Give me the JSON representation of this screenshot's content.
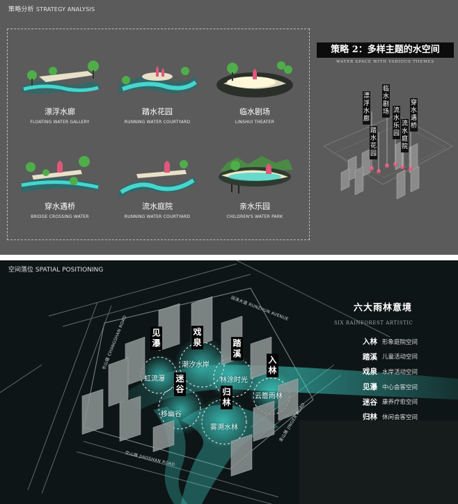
{
  "top_section": {
    "title_cn": "策略分析",
    "title_en": "STRATEGY ANALYSIS",
    "cards": [
      {
        "cn": "漂浮水廊",
        "en": "FLOATING WATER GALLERY"
      },
      {
        "cn": "踏水花园",
        "en": "RUNNING WATER COURTYARD"
      },
      {
        "cn": "临水剧场",
        "en": "LINSHUI THEATER"
      },
      {
        "cn": "穿水遇桥",
        "en": "BRIDGE CROSSING WATER"
      },
      {
        "cn": "流水庭院",
        "en": "RUNNING WATER COURTYARD"
      },
      {
        "cn": "亲水乐园",
        "en": "CHILDREN'S WATER PARK"
      }
    ],
    "strategy_title": "策略 2：多样主题的水空间",
    "strategy_subtitle": "WATER SPACE WITH VARIOUS THEMES",
    "vertical_labels": [
      "漂浮水廊",
      "踏水花园",
      "临水剧场",
      "流水乐园",
      "流水庭院",
      "穿水遇桥"
    ]
  },
  "bottom_section": {
    "title_cn": "空间落位",
    "title_en": "SPATIAL POSITIONING",
    "heading": "六大雨林意境",
    "subheading": "SIX RAINFOREST ARTISTIC",
    "legend": [
      {
        "key": "入林",
        "desc": "形象庭院空间"
      },
      {
        "key": "踏溪",
        "desc": "儿童活动空间"
      },
      {
        "key": "戏泉",
        "desc": "水岸活动空间"
      },
      {
        "key": "见瀑",
        "desc": "中心会客空间"
      },
      {
        "key": "迷谷",
        "desc": "康养疗愈空间"
      },
      {
        "key": "归林",
        "desc": "休闲会客空间"
      }
    ],
    "map_tags": [
      "见瀑",
      "戏泉",
      "踏溪",
      "入林",
      "迷谷",
      "归林"
    ],
    "place_texts": [
      "潮汐水岸",
      "虹流瀑",
      "林涂时光",
      "云簷雨林",
      "移幽谷",
      "雾溯水林"
    ],
    "roads": [
      "润泽大道 RUNZHUN AVENUE",
      "长山路 CHANGSHAN ROAD",
      "金山路 JINGER ROAD",
      "交山路 JIAOSHAN ROAD"
    ]
  },
  "colors": {
    "water": "#3fd3c9",
    "accent": "#e0577a",
    "tree": "#4fae4a",
    "panel": "#5b5b5b",
    "dark": "#0e1516"
  }
}
